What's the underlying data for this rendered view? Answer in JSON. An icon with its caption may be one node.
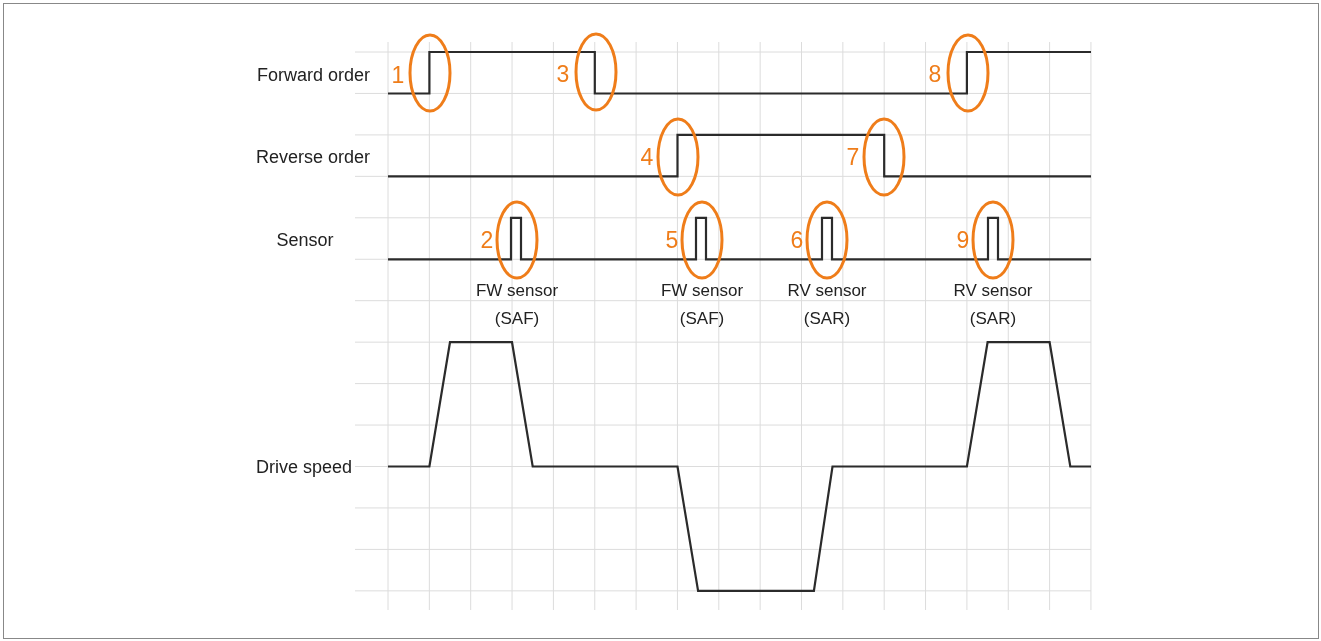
{
  "diagram": {
    "labels": [
      "Forward order",
      "1",
      "3",
      "8",
      "Reverse order",
      "4",
      "7",
      "Sensor",
      "2",
      "5",
      "6",
      "9",
      "FW sensor (SAF)",
      "FW sensor (SAF)",
      "RV sensor (SAR)",
      "RV sensor (SAR)",
      "Drive speed"
    ]
  }
}
